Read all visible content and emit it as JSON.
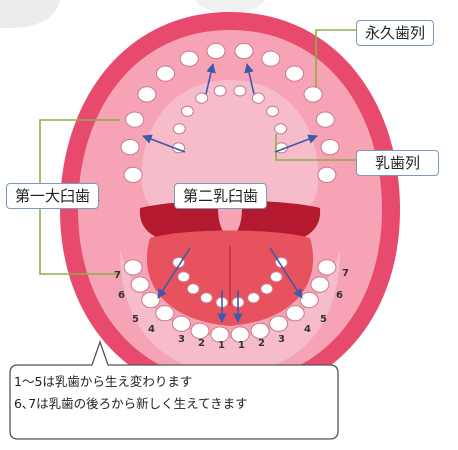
{
  "labels": {
    "permanent_dentition": "永久歯列",
    "primary_dentition": "乳歯列",
    "first_molar": "第一大臼歯",
    "second_primary_molar": "第二乳臼歯"
  },
  "tooth_numbers": {
    "left": [
      "7",
      "6",
      "5",
      "4",
      "3",
      "2",
      "1"
    ],
    "right": [
      "1",
      "2",
      "3",
      "4",
      "5",
      "6",
      "7"
    ]
  },
  "note": {
    "line1": "1〜5は乳歯から生え変わります",
    "line2": "6､7は乳歯の後ろから新しく生えてきます"
  },
  "colors": {
    "lip": "#e84a6e",
    "gum": "#f5a3b5",
    "tongue": "#e8525f",
    "throat": "#b5192f",
    "label_border": "#7a9ab8",
    "leader_line": "#8ab04a",
    "arrow": "#3d5aa8"
  }
}
